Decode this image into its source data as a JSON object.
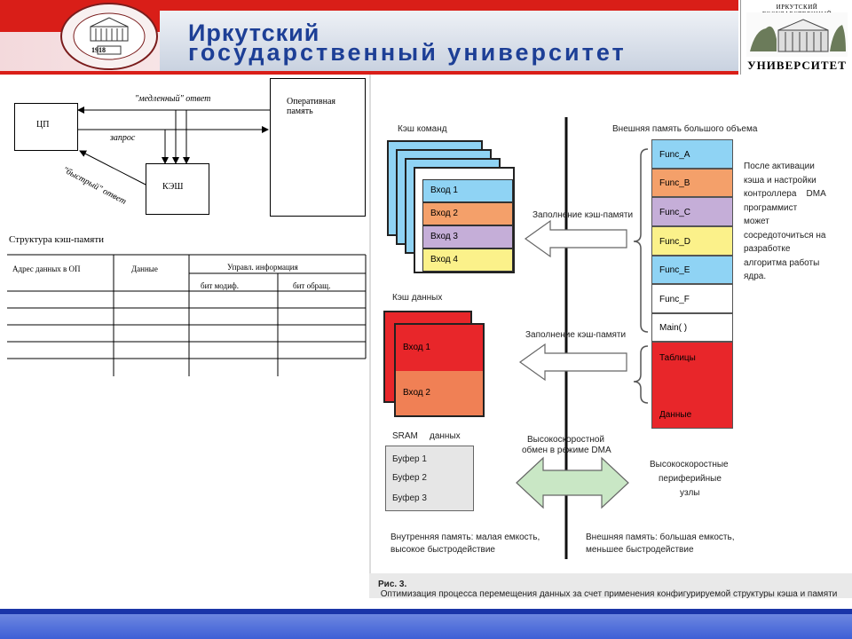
{
  "header": {
    "title_line1": "Иркутский",
    "title_line2": "государственный университет",
    "seal_year": "1918",
    "seal_text": "ИРКУТСКИЙ ГОСУДАРСТВЕННЫЙ УНИВЕРСИТЕТ",
    "right_logo_top": "ИРКУТСКИЙ ГОСУДАРСТВЕННЫЙ",
    "right_logo_bottom": "УНИВЕРСИТЕТ"
  },
  "left_diagram": {
    "cpu": "ЦП",
    "ram": "Оперативная память",
    "cache": "КЭШ",
    "slow_answer": "\"медленный\" ответ",
    "request": "запрос",
    "fast_answer": "\"быстрый\" ответ"
  },
  "cache_table": {
    "title": "Структура кэш-памяти",
    "col_address": "Адрес данных в ОП",
    "col_data": "Данные",
    "col_control": "Управл. информация",
    "sub_mod": "бит модиф.",
    "sub_access": "бит обращ."
  },
  "figure": {
    "cmd_cache_title": "Кэш команд",
    "cmd_entries": [
      "Вход 1",
      "Вход 2",
      "Вход 3",
      "Вход 4"
    ],
    "data_cache_title": "Кэш данных",
    "data_entries": [
      "Вход 1",
      "Вход 2"
    ],
    "sram_title": "SRAM",
    "sram_data": "данных",
    "sram_buffers": [
      "Буфер 1",
      "Буфер 2",
      "Буфер 3"
    ],
    "ext_mem_title": "Внешняя память большого объема",
    "ext_items": [
      "Func_A",
      "Func_B",
      "Func_C",
      "Func_D",
      "Func_E",
      "Func_F",
      "Main( )"
    ],
    "ext_tables": "Таблицы",
    "ext_data": "Данные",
    "fill_cache1": "Заполнение кэш-памяти",
    "fill_cache2": "Заполнение кэш-памяти",
    "dma_line1": "Высокоскоростной",
    "dma_line2": "обмен в режиме DMA",
    "peripheral_line1": "Высокоскоростные",
    "peripheral_line2": "периферийные",
    "peripheral_line3": "узлы",
    "note_lines": [
      "После активации",
      "кэша и настройки",
      "контроллера    DMA",
      "программист",
      "может",
      "сосредоточиться на",
      "разработке",
      "алгоритма работы",
      "ядра."
    ],
    "internal_line1": "Внутренняя память: малая емкость,",
    "internal_line2": "высокое быстродействие",
    "external_line1": "Внешняя память: большая емкость,",
    "external_line2": "меньшее быстродействие",
    "caption_bold": "Рис. 3.",
    "caption_text": " Оптимизация процесса перемещения данных за счет применения конфигурируемой структуры кэша и памяти"
  },
  "colors": {
    "header_red": "#d91e18",
    "title_blue": "#1d3f96",
    "entry_blue": "#8fd3f4",
    "entry_orange": "#f4a06a",
    "entry_purple": "#c5aed8",
    "entry_yellow": "#fbf18a",
    "data_red": "#e8262a",
    "footer_blue": "#3e5fd6"
  }
}
